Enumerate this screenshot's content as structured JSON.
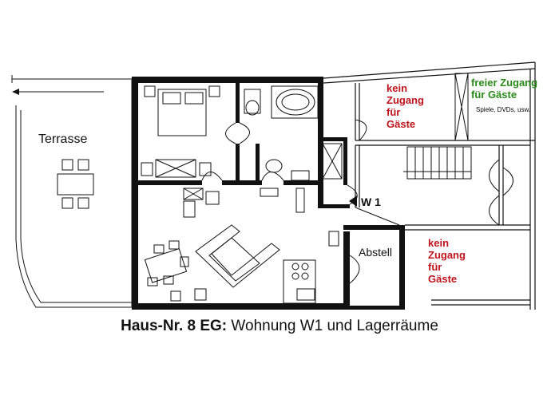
{
  "labels": {
    "terrace": "Terrasse",
    "storage": "Abstell",
    "apartment": "W 1",
    "no_access_top": [
      "kein",
      "Zugang",
      "für",
      "Gäste"
    ],
    "free_access": [
      "freier Zugang",
      "für Gäste"
    ],
    "free_access_note": "Spiele, DVDs, usw.",
    "no_access_bottom": [
      "kein",
      "Zugang",
      "für",
      "Gäste"
    ]
  },
  "caption": {
    "bold": "Haus-Nr. 8 EG:",
    "normal": " Wohnung W1 und Lagerräume"
  },
  "colors": {
    "wall": "#111111",
    "no_access": "#c0141c",
    "free_access": "#2a8a1a"
  }
}
